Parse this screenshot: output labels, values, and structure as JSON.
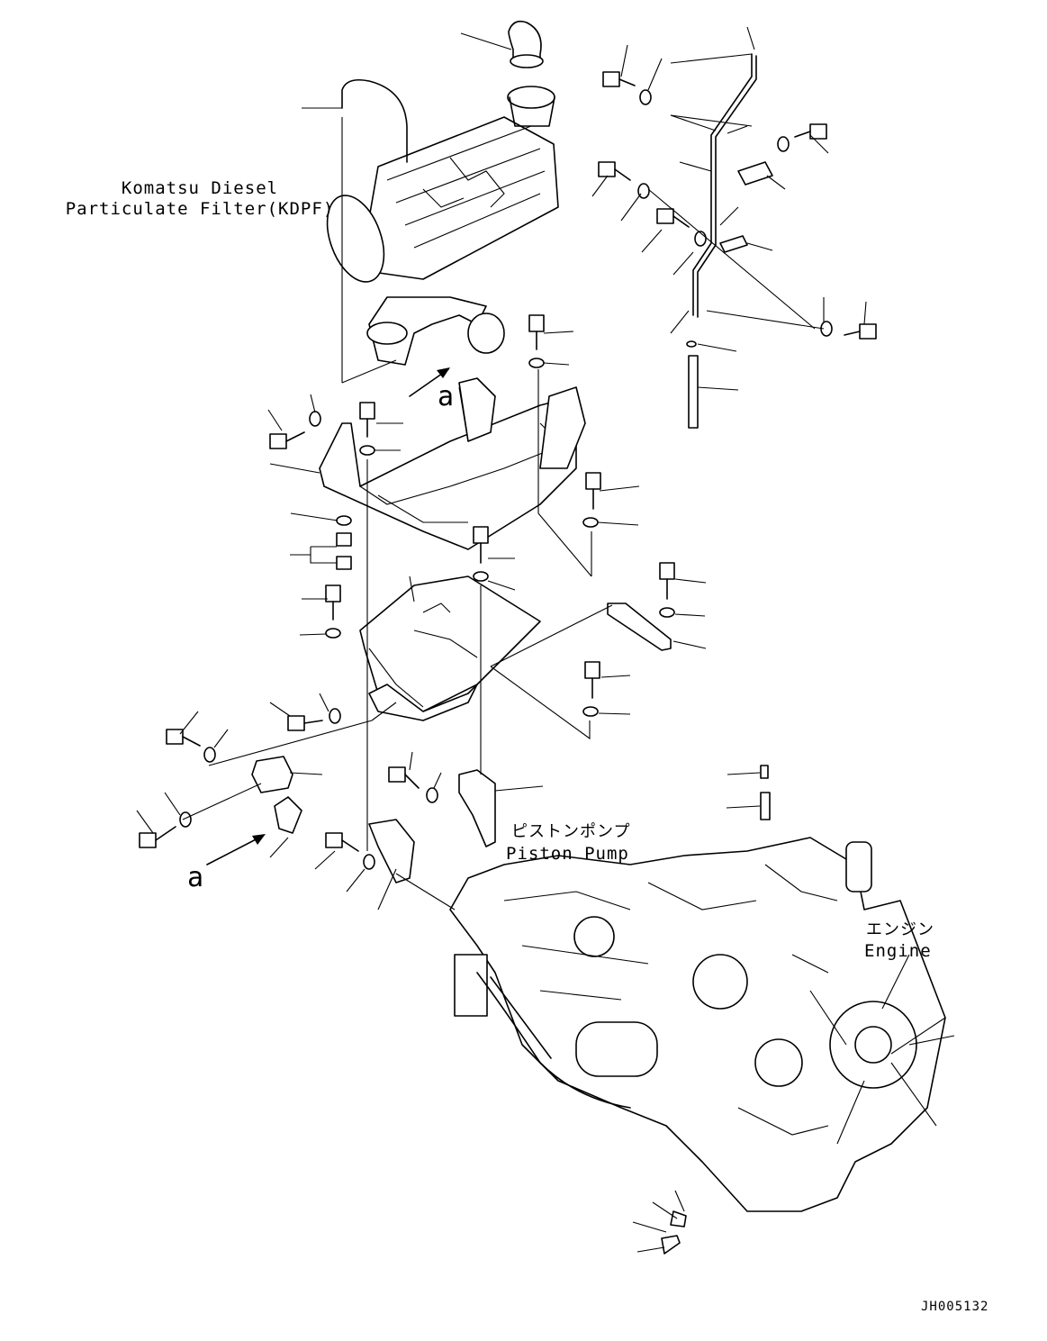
{
  "labels": {
    "kdpf_line1": "Komatsu Diesel",
    "kdpf_line2": "Particulate Filter(KDPF)",
    "pump_jp": "ピストンポンプ",
    "pump_en": "Piston Pump",
    "engine_jp": "エンジン",
    "engine_en": "Engine",
    "callout_a1": "a",
    "callout_a2": "a",
    "drawing_code": "JH005132"
  }
}
